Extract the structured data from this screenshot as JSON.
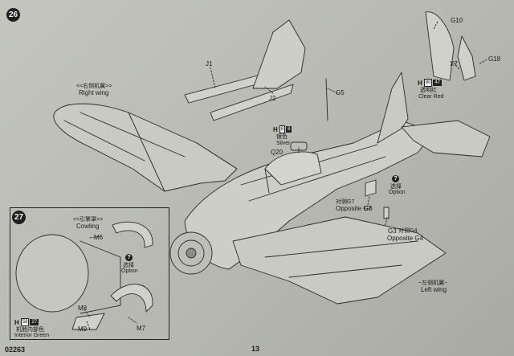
{
  "page": {
    "code": "02263",
    "number": "13"
  },
  "steps": {
    "s26": "26",
    "s27": "27"
  },
  "labels": {
    "right_wing_cn": "<<右侧机翼>>",
    "right_wing_en": "Right wing",
    "left_wing_cn": "~左侧机翼~",
    "left_wing_en": "Left wing",
    "cowling_cn": "<<引擎罩>>",
    "cowling_en": "Cowling",
    "opposite_g7_cn": "对侧G7",
    "opposite_g7_en": "Opposite G7",
    "g6": "G6",
    "opposite_g4_cn": "对侧G4",
    "opposite_g4_en": "Opposite G4",
    "option_cn": "选择",
    "option_en": "Option",
    "option2_cn": "选择",
    "option2_en": "Option"
  },
  "parts": {
    "j1": "J1",
    "j2": "J2",
    "g5": "G5",
    "q20": "Q20",
    "g10": "G10",
    "x7": "X7",
    "g18": "G18",
    "g3": "G3",
    "m6": "M6",
    "m7": "M7",
    "m8": "M8",
    "m9": "M9"
  },
  "paints": {
    "silver": {
      "letter": "H",
      "code": "8",
      "num": "8",
      "cn": "银色",
      "en": "Silver"
    },
    "clear_red": {
      "letter": "H",
      "code": "90",
      "num": "47",
      "cn": "透明红",
      "en": "Clear Red"
    },
    "interior_green": {
      "letter": "H",
      "code": "58",
      "num": "27",
      "cn": "机舱内部色",
      "en": "Interior Green"
    }
  },
  "icons": {
    "option": "question-circle-icon"
  }
}
